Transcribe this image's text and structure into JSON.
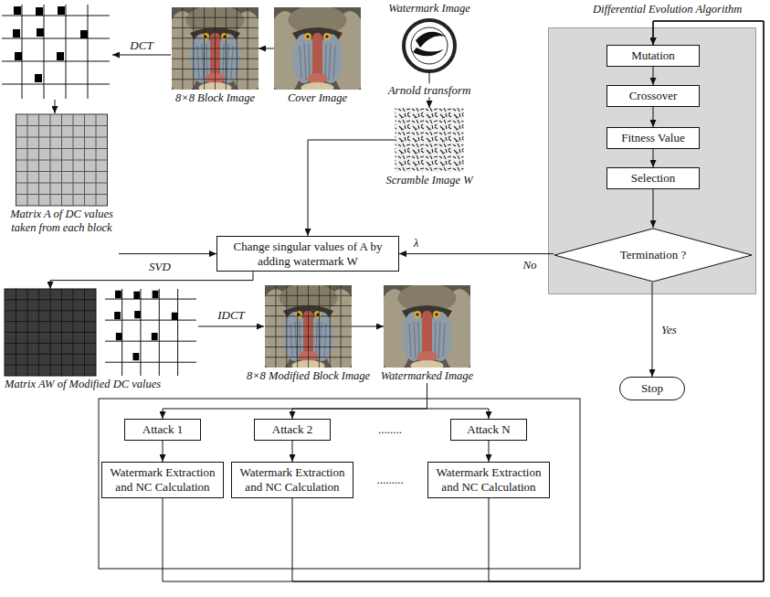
{
  "diagram": {
    "nodes": [
      {
        "text": [
          "Differential Evolution Algorithm"
        ]
      },
      {
        "text": [
          "Mutation"
        ],
        "in": 0
      },
      {
        "text": [
          "Crossover"
        ],
        "in": 0
      },
      {
        "text": [
          "Fitness Value"
        ],
        "in": 0
      },
      {
        "text": [
          "Selection"
        ],
        "in": 0
      },
      {
        "text": [
          "Termination ?"
        ],
        "in": 0
      },
      {
        "text": [
          "Stop"
        ]
      },
      {
        "text": [
          "Watermark Image"
        ]
      },
      {
        "text": [
          "Cover Image"
        ]
      },
      {
        "text": [
          "8×8 Block Image"
        ]
      },
      {
        "text": [
          "Scramble Image W"
        ]
      },
      {
        "text": [
          "Matrix A of DC values taken from each block"
        ]
      },
      {
        "text": [
          "Change singular values of A by adding watermark W"
        ]
      },
      {
        "text": [
          "Matrix AW of Modified DC values"
        ]
      },
      {
        "text": [
          "8×8 Modified Block Image"
        ]
      },
      {
        "text": [
          "Watermarked Image"
        ]
      },
      {
        "text": [
          "Attack 1"
        ]
      },
      {
        "text": [
          "Attack 2"
        ]
      },
      {
        "text": [
          "Attack N"
        ]
      },
      {
        "text": [
          "Watermark Extraction and NC Calculation"
        ]
      },
      {
        "text": [
          "Watermark Extraction and NC Calculation"
        ]
      },
      {
        "text": [
          "Watermark Extraction and NC Calculation"
        ]
      }
    ],
    "edges": [
      {
        "from": 1,
        "to": 2,
        "arrow": "to"
      },
      {
        "from": 2,
        "to": 3,
        "arrow": "to"
      },
      {
        "from": 3,
        "to": 4,
        "arrow": "to"
      },
      {
        "from": 4,
        "to": 5,
        "arrow": "to"
      },
      {
        "from": 5,
        "to": 6,
        "label": "Yes",
        "arrow": "to"
      },
      {
        "from": 5,
        "to": 12,
        "label": "λ",
        "arrow": "to"
      },
      {
        "from": 7,
        "to": 10,
        "label": "Arnold transform",
        "arrow": "to"
      },
      {
        "from": 8,
        "to": 9,
        "arrow": "to"
      },
      {
        "from": 10,
        "to": 12,
        "arrow": "to"
      },
      {
        "from": 11,
        "to": 12,
        "arrow": "to"
      },
      {
        "from": 12,
        "to": 13,
        "arrow": "to"
      },
      {
        "from": 14,
        "to": 15,
        "arrow": "to"
      },
      {
        "from": 15,
        "to": 16,
        "arrow": "to"
      },
      {
        "from": 15,
        "to": 17,
        "arrow": "to"
      },
      {
        "from": 15,
        "to": 18,
        "arrow": "to"
      },
      {
        "from": 16,
        "to": 19,
        "arrow": "to"
      },
      {
        "from": 17,
        "to": 20,
        "arrow": "to"
      },
      {
        "from": 18,
        "to": 21,
        "arrow": "to"
      },
      {
        "from": 19,
        "to": 1,
        "arrow": "to"
      },
      {
        "from": 20,
        "to": 1,
        "arrow": "to"
      },
      {
        "from": 21,
        "to": 1,
        "arrow": "to"
      }
    ],
    "labels": [
      "DCT",
      "No",
      "SVD",
      "IDCT",
      "........",
      "........."
    ]
  }
}
